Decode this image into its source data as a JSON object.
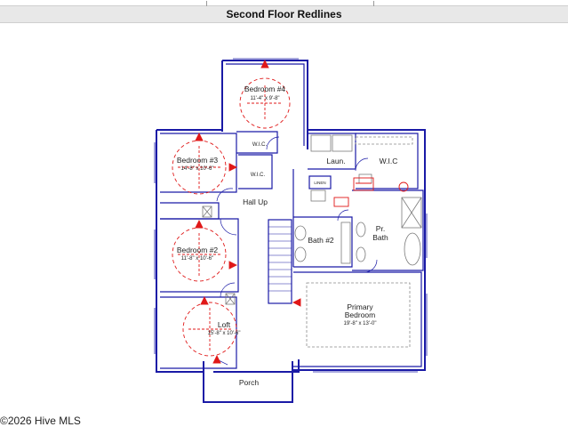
{
  "header": {
    "title": "Second Floor Redlines"
  },
  "rooms": {
    "bedroom4": {
      "name": "Bedroom #4",
      "dims": "11'-4\" x 9'-8\""
    },
    "bedroom3": {
      "name": "Bedroom #3",
      "dims": "14'-8\" x 10'-6\""
    },
    "bedroom2": {
      "name": "Bedroom #2",
      "dims": "11'-8\" x 10'-6\""
    },
    "loft": {
      "name": "Loft",
      "dims": "15'-8\" x 10'-6\""
    },
    "primary": {
      "name_line1": "Primary",
      "name_line2": "Bedroom",
      "dims": "19'-8\" x 13'-0\""
    },
    "wic_top": "W.I.C.",
    "wic_mid": "W.I.C.",
    "wic_primary": "W.I.C",
    "laundry": "Laun.",
    "linen": "LINEN",
    "hall": "Hall Up",
    "bath2": "Bath #2",
    "pr_bath_line1": "Pr.",
    "pr_bath_line2": "Bath",
    "porch": "Porch"
  },
  "footer": {
    "copyright": "©2026 Hive MLS"
  },
  "colors": {
    "wall": "#1a1aa6",
    "redline": "#e01818",
    "fixture": "#8a8a8a"
  }
}
